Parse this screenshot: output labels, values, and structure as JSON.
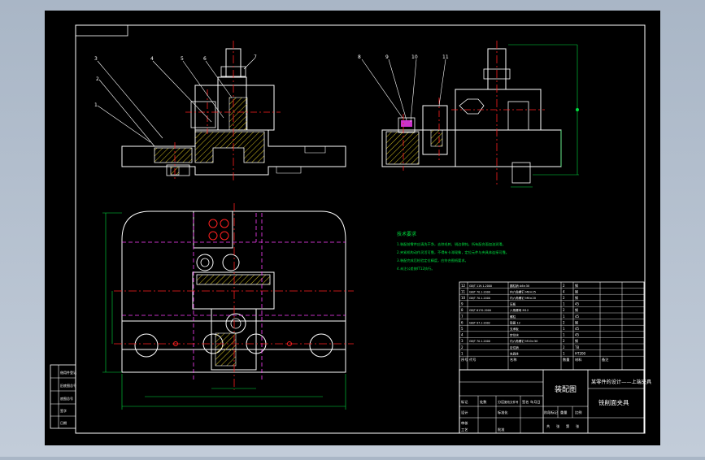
{
  "drawing": {
    "title_cell": "装配图",
    "project_line1": "某零件的设计——上端夹具",
    "project_line2": "铣削面夹具",
    "notes_heading": "技术要求",
    "notes_lines": [
      "1.装配前零件应清洗干净，去除毛刺、锐边倒钝，所有配合面加油润滑。",
      "2.夹紧机构动作灵活可靠，不得有卡滞现象，定位元件与夹具体连接可靠。",
      "3.装配完成后检验定位精度，应符合图纸要求。",
      "4.未注公差按IT12执行。"
    ],
    "part_balloons": [
      "1",
      "2",
      "3",
      "4",
      "5",
      "6",
      "7",
      "8",
      "9",
      "10",
      "11"
    ],
    "bom_rows": [
      [
        "12",
        "GB/T 119.1-2000",
        "圆柱销 A6×30",
        "2",
        "钢",
        ""
      ],
      [
        "11",
        "GB/T 70.1-2000",
        "内六角螺钉 M8×25",
        "4",
        "钢",
        ""
      ],
      [
        "10",
        "GB/T 70.1-2000",
        "内六角螺钉 M6×20",
        "2",
        "钢",
        ""
      ],
      [
        "9",
        "",
        "压板",
        "1",
        "45",
        ""
      ],
      [
        "8",
        "GB/T 6170-2000",
        "六角螺母 M12",
        "2",
        "钢",
        ""
      ],
      [
        "7",
        "",
        "螺柱",
        "1",
        "45",
        ""
      ],
      [
        "6",
        "GB/T 97.1-2002",
        "垫圈 12",
        "2",
        "钢",
        ""
      ],
      [
        "5",
        "",
        "支承板",
        "1",
        "45",
        ""
      ],
      [
        "4",
        "",
        "定位块",
        "1",
        "45",
        ""
      ],
      [
        "3",
        "GB/T 70.1-2000",
        "内六角螺钉 M10×30",
        "2",
        "钢",
        ""
      ],
      [
        "2",
        "",
        "定位销",
        "2",
        "T8",
        ""
      ],
      [
        "1",
        "",
        "夹具体",
        "1",
        "HT200",
        ""
      ]
    ],
    "bom_header": [
      "序号",
      "代号",
      "名称",
      "数量",
      "材料",
      "备注"
    ],
    "left_strip": [
      "借用件登记",
      "旧底图总号",
      "底图总号",
      "签字",
      "日期"
    ],
    "signature_labels": [
      "标记",
      "处数",
      "分区",
      "更改文件号",
      "签名",
      "年月日"
    ],
    "role_labels": [
      "设计",
      "标准化",
      "审核",
      "工艺",
      "批准"
    ],
    "stage_labels": [
      "阶段标记",
      "重量",
      "比例"
    ],
    "sheet_labels": [
      "共",
      "张",
      "第",
      "张"
    ],
    "colors": {
      "paper": "#000000",
      "line": "#ffffff",
      "center_line": "#ff2020",
      "hidden_line": "#ff40ff",
      "dimension": "#00e040",
      "section_fill": "#d4c020",
      "app_bg": "#b4c0cf"
    }
  }
}
